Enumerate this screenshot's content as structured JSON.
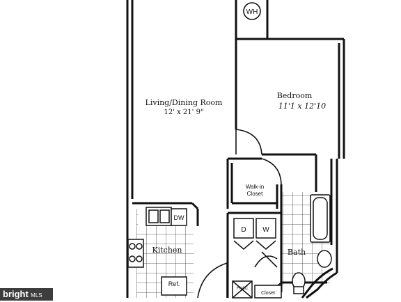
{
  "floorplan": {
    "rooms": {
      "living": {
        "name": "Living/Dining Room",
        "dims": "12' x 21' 9\""
      },
      "bedroom": {
        "name": "Bedroom",
        "dims": "11'1  x 12'10"
      },
      "walkin": {
        "line1": "Walk-in",
        "line2": "Closet"
      },
      "kitchen": {
        "name": "Kitchen"
      },
      "bath": {
        "name": "Bath"
      },
      "hvac": {
        "name": "HVAC"
      },
      "closet": {
        "name": "Closet"
      }
    },
    "fixtures": {
      "water_heater": "WH",
      "dishwasher": "DW",
      "dryer": "D",
      "washer": "W",
      "refrigerator": "Ref."
    }
  },
  "watermark": {
    "brand": "bright",
    "suffix": "MLS"
  }
}
